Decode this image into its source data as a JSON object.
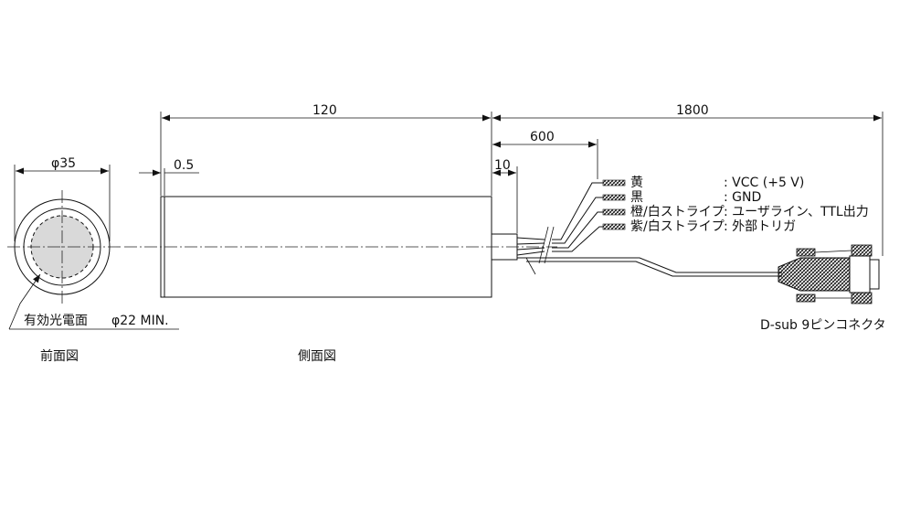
{
  "dimensions": {
    "front_diameter": "φ35",
    "body_length": "120",
    "cable_length": "1800",
    "lead_length": "600",
    "collar_length": "10",
    "window_offset": "0.5"
  },
  "wires": [
    {
      "color_name": "黄",
      "signal": ": VCC (+5 V)"
    },
    {
      "color_name": "黒",
      "signal": ": GND"
    },
    {
      "color_name": "橙/白ストライプ",
      "signal": ": ユーザライン、TTL出力"
    },
    {
      "color_name": "紫/白ストライプ",
      "signal": ": 外部トリガ"
    }
  ],
  "annotations": {
    "effective_area": "有効光電面",
    "effective_area_diameter": "φ22 MIN.",
    "connector": "D-sub 9ピンコネクタ"
  },
  "captions": {
    "front_view": "前面図",
    "side_view": "側面図"
  }
}
